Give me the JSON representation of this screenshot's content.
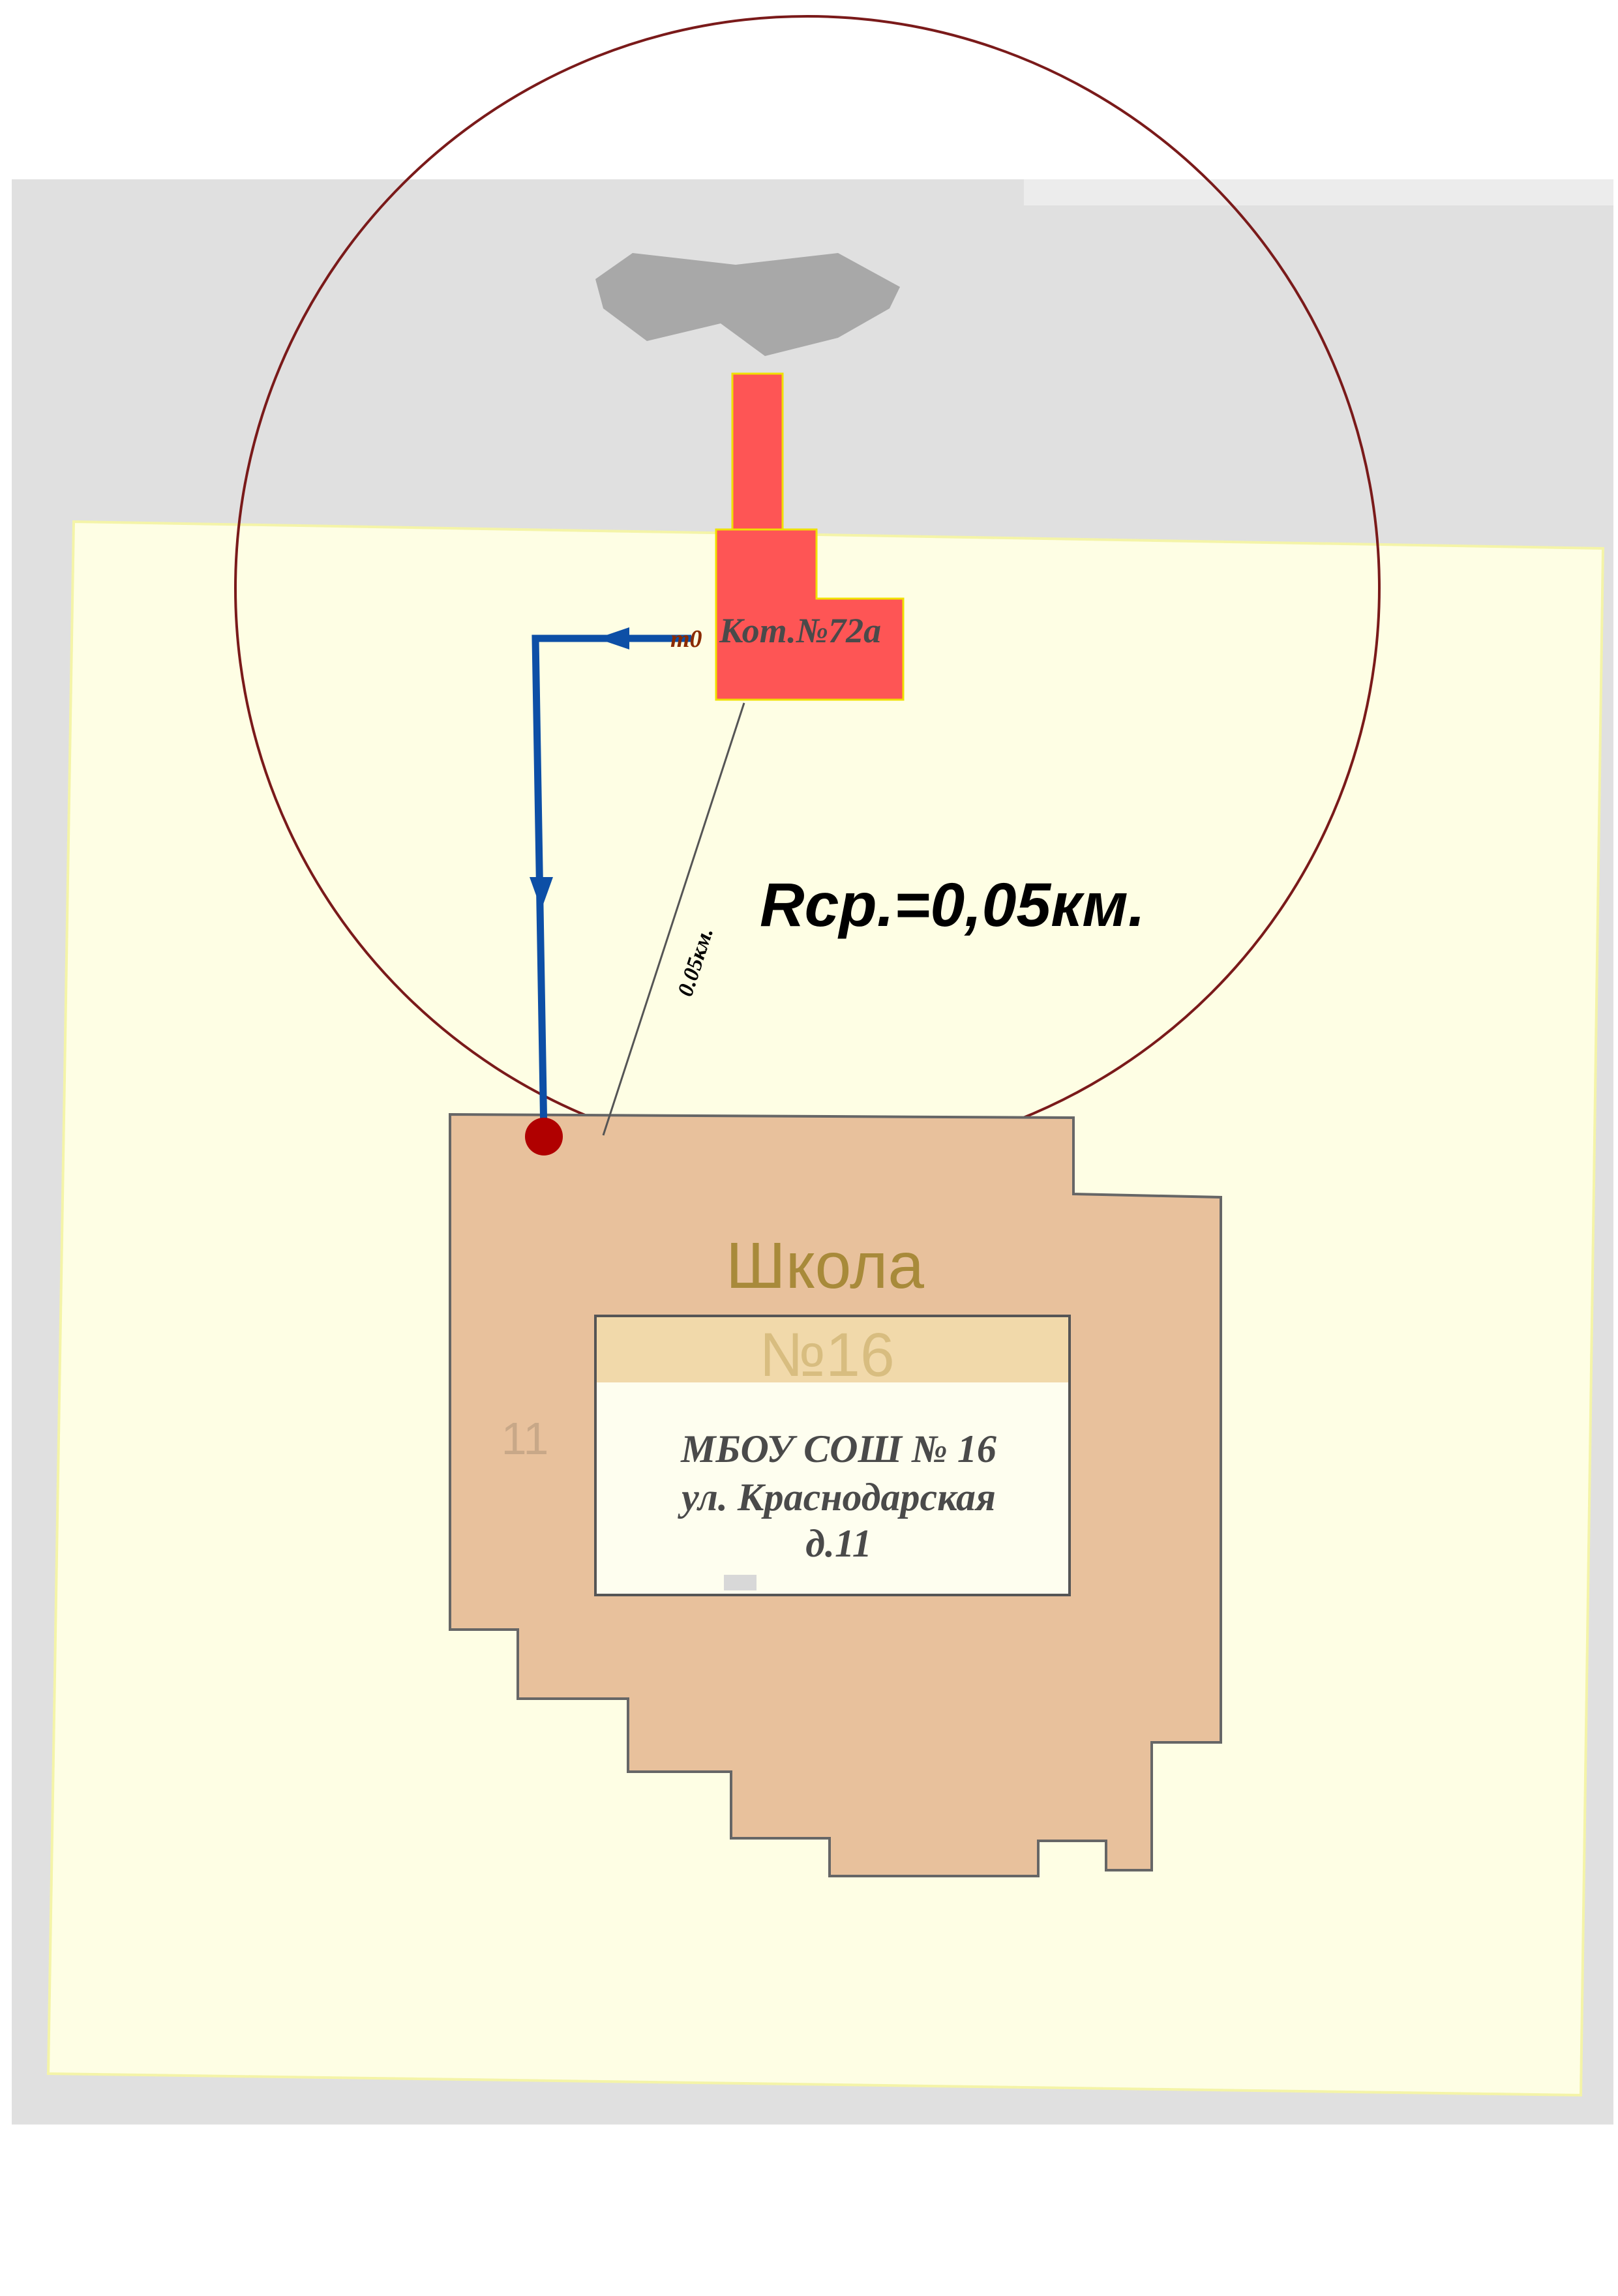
{
  "map": {
    "boiler_label": "Кот.№72а",
    "pipe_label": "т0",
    "radius_label": "Rср.=0,05км.",
    "distance_label": "0.05км.",
    "building_title": "Школа",
    "building_number": "№16",
    "house_number": "11",
    "school_info": {
      "line1": "МБОУ СОШ № 16",
      "line2": "ул. Краснодарская",
      "line3": "д.11"
    }
  },
  "colors": {
    "background": "#e0e0e0",
    "parcel": "#fefee4",
    "boiler": "#fe5555",
    "school": "#e8c19c",
    "pipe": "#0d4fa6",
    "circle": "#7a1a1a",
    "consumer_point": "#b00000"
  }
}
